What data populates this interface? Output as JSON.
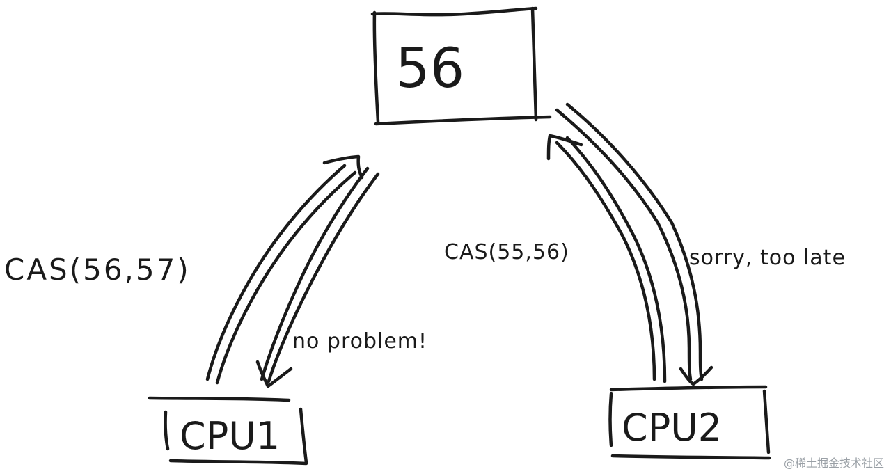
{
  "diagram": {
    "memory_value": "56",
    "cpu1": {
      "label": "CPU1",
      "request": "CAS(56,57)",
      "response": "no problem!"
    },
    "cpu2": {
      "label": "CPU2",
      "request": "CAS(55,56)",
      "response": "sorry, too late"
    }
  },
  "watermark": "@稀土掘金技术社区",
  "colors": {
    "ink": "#1a1a1a",
    "watermark": "#9aa0a6",
    "background": "#ffffff"
  }
}
